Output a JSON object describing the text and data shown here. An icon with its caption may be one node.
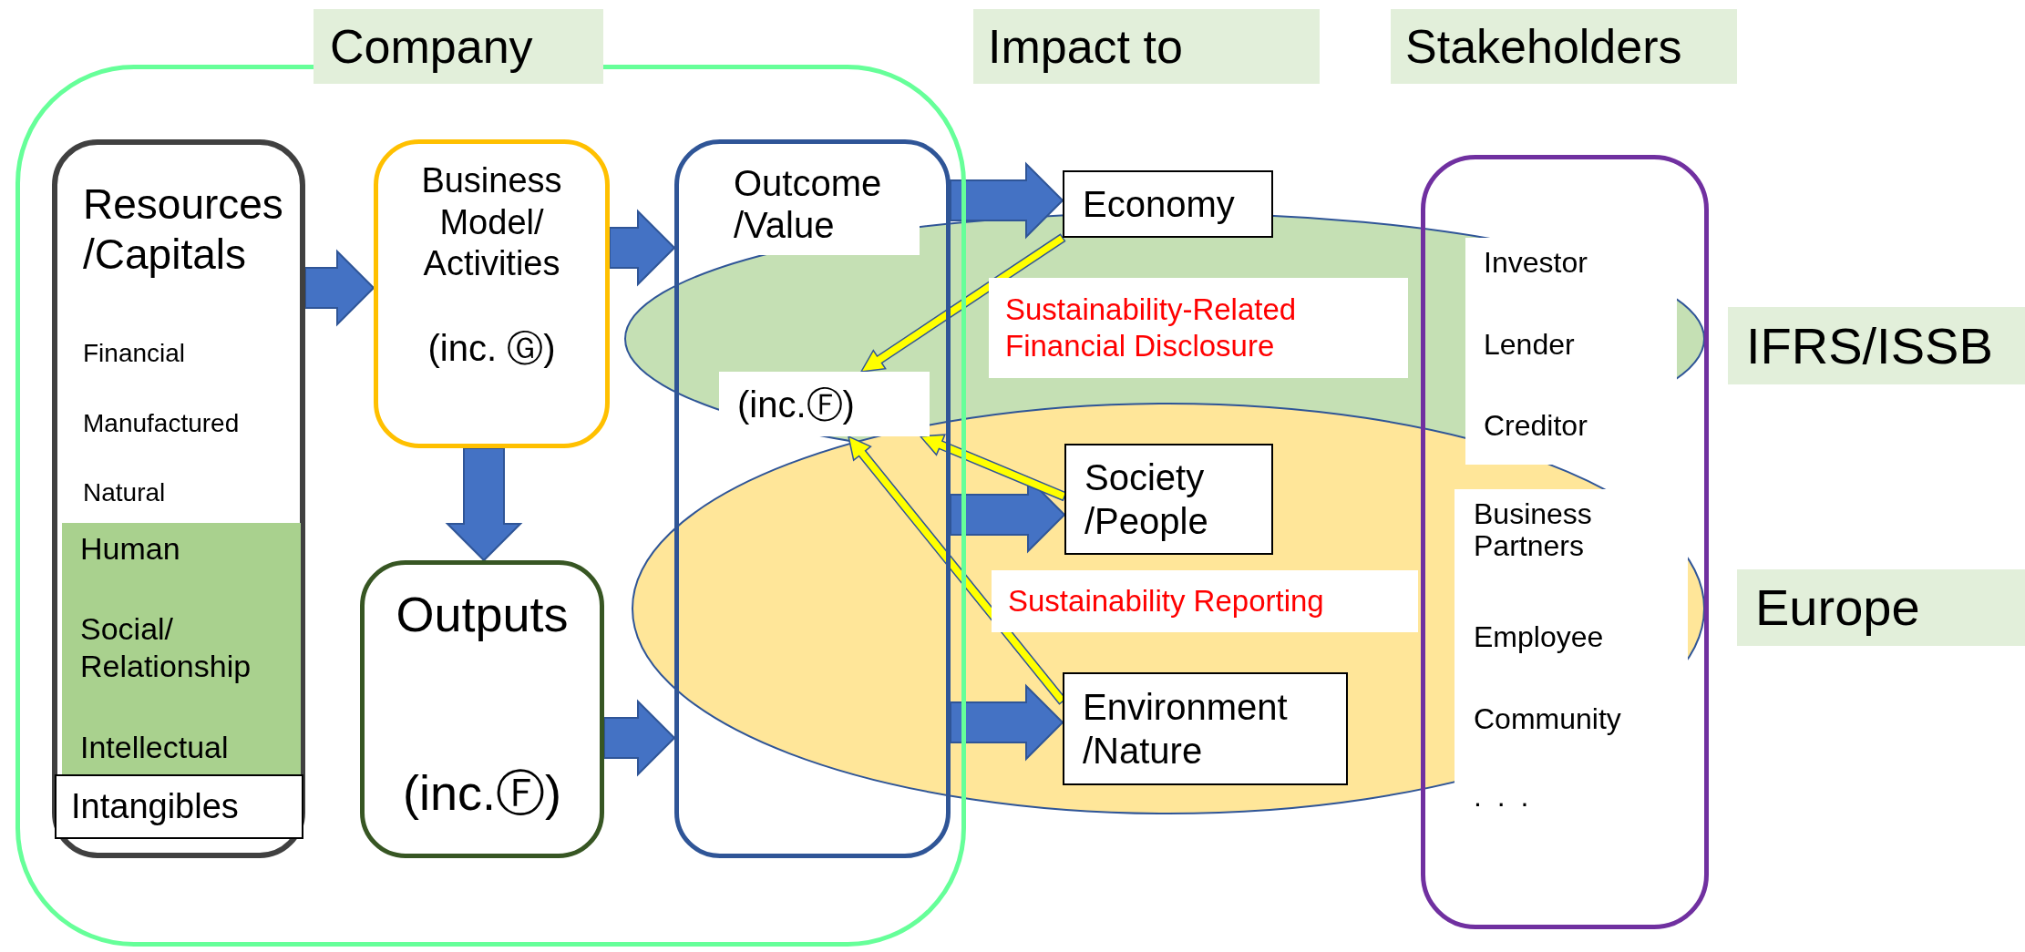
{
  "diagram": {
    "nodes": [
      {
        "text": [
          "Company"
        ]
      },
      {
        "text": [],
        "shape": "box"
      },
      {
        "text": [
          "Impact to"
        ]
      },
      {
        "text": [
          "Stakeholders"
        ]
      },
      {
        "text": [
          "Resources /Capitals",
          "Financial",
          "Manufactured",
          "Natural"
        ],
        "in": 1
      },
      {
        "text": [
          "Human",
          "Social/ Relationship",
          "Intellectual"
        ],
        "in": 4
      },
      {
        "text": [
          "Intangibles"
        ],
        "in": 4
      },
      {
        "text": [
          "Business Model/ Activities",
          "(inc. Ⓖ)"
        ],
        "in": 1
      },
      {
        "text": [
          "Outputs",
          "(inc.Ⓕ)"
        ],
        "in": 1
      },
      {
        "text": [
          "Outcome /Value"
        ],
        "in": 1
      },
      {
        "text": [
          "(inc.Ⓕ)"
        ],
        "in": 9
      },
      {
        "text": [
          "Economy"
        ]
      },
      {
        "text": [
          "Society /People"
        ]
      },
      {
        "text": [
          "Environment /Nature"
        ]
      },
      {
        "text": [
          "Sustainability-Related Financial Disclosure"
        ]
      },
      {
        "text": [
          "Sustainability Reporting"
        ]
      },
      {
        "text": [],
        "shape": "box"
      },
      {
        "text": [
          "Investor",
          "Lender",
          "Creditor"
        ],
        "in": 16
      },
      {
        "text": [
          "Business Partners",
          "Employee",
          "Community",
          ". . ."
        ],
        "in": 16
      },
      {
        "text": [
          "IFRS/ISSB"
        ]
      },
      {
        "text": [
          "Europe"
        ]
      }
    ],
    "edges": [
      {
        "from": 4,
        "to": 7,
        "arrow": "to"
      },
      {
        "from": 7,
        "to": 9,
        "arrow": "to"
      },
      {
        "from": 7,
        "to": 8,
        "arrow": "to"
      },
      {
        "from": 8,
        "to": 9,
        "arrow": "to"
      },
      {
        "from": 9,
        "to": 11,
        "arrow": "to"
      },
      {
        "from": 9,
        "to": 12,
        "arrow": "to"
      },
      {
        "from": 9,
        "to": 13,
        "arrow": "to"
      },
      {
        "from": 11,
        "to": 10,
        "arrow": "to",
        "color": "#ffff00"
      },
      {
        "from": 12,
        "to": 10,
        "arrow": "to",
        "color": "#ffff00"
      },
      {
        "from": 13,
        "to": 10,
        "arrow": "to",
        "color": "#ffff00"
      }
    ]
  }
}
